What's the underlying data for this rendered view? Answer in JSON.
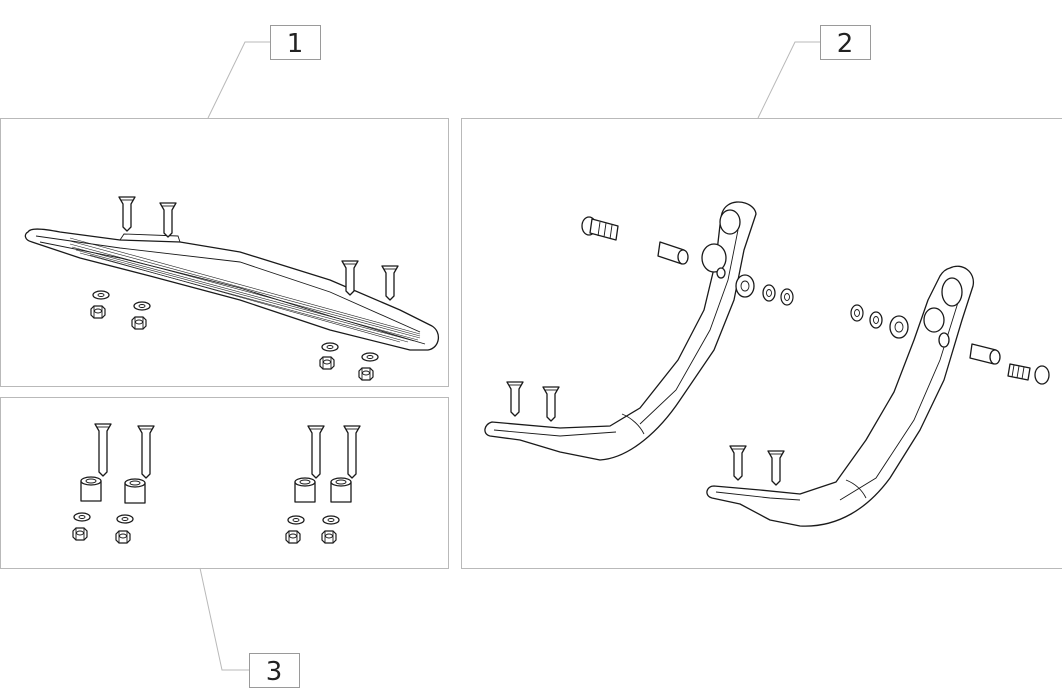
{
  "callouts": [
    {
      "id": "1",
      "label": "1"
    },
    {
      "id": "2",
      "label": "2"
    },
    {
      "id": "3",
      "label": "3"
    }
  ]
}
